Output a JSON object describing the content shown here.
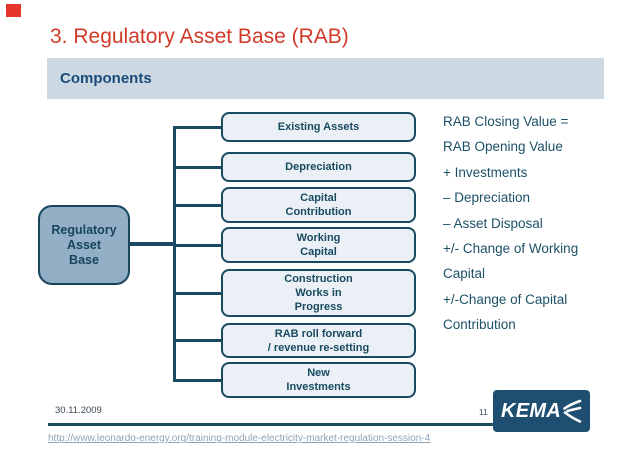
{
  "slide": {
    "title": "3. Regulatory Asset Base (RAB)",
    "section_header": "Components"
  },
  "diagram": {
    "root": {
      "lines": [
        "Regulatory",
        "Asset",
        "Base"
      ]
    },
    "components": [
      {
        "lines": [
          "Existing Assets"
        ]
      },
      {
        "lines": [
          "Depreciation"
        ]
      },
      {
        "lines": [
          "Capital",
          "Contribution"
        ]
      },
      {
        "lines": [
          "Working",
          "Capital"
        ]
      },
      {
        "lines": [
          "Construction",
          "Works in",
          "Progress"
        ]
      },
      {
        "lines": [
          "RAB roll forward",
          "/ revenue re-setting"
        ]
      },
      {
        "lines": [
          "New",
          "Investments"
        ]
      }
    ]
  },
  "formula": {
    "lines": [
      "RAB Closing Value =",
      "RAB Opening Value",
      "+ Investments",
      "– Depreciation",
      "– Asset Disposal",
      "+/- Change of Working",
      "Capital",
      "+/-Change of Capital",
      "Contribution"
    ]
  },
  "footer": {
    "date": "30.11.2009",
    "page_number": "11",
    "url": "http://www.leonardo-energy.org/training-module-electricity-market-regulation-session-4"
  },
  "logo": {
    "text": "KEMA",
    "mark": "kema-mark-icon"
  },
  "colors": {
    "title_red": "#d13a28",
    "marker_red": "#e5342b",
    "header_bar_bg": "#cdd9e2",
    "header_text": "#1b4b7b",
    "diagram_ink": "#1a4a61",
    "root_box_fill": "#92afc6",
    "component_box_fill": "#eaf0f6",
    "formula_text": "#1d5168",
    "url_text": "#8fa3b3",
    "logo_bg": "#1e4f70"
  }
}
